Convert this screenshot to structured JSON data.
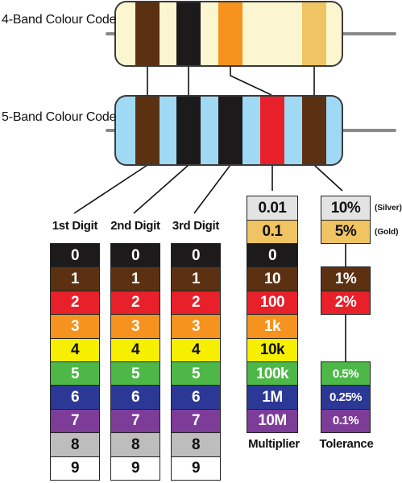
{
  "titles": {
    "four_band": "4-Band Colour Code",
    "five_band": "5-Band Colour Code"
  },
  "column_headers": {
    "digit1": "1st Digit",
    "digit2": "2nd Digit",
    "digit3": "3rd Digit",
    "multiplier": "Multiplier",
    "tolerance": "Tolerance"
  },
  "colors": {
    "black": "#1c1a1a",
    "brown": "#5c3112",
    "red": "#e8202a",
    "orange": "#f5931e",
    "yellow": "#f6f000",
    "green": "#4db848",
    "blue": "#2b3895",
    "violet": "#7d3c98",
    "grey": "#bdbdbd",
    "white": "#ffffff",
    "gold": "#f0c462",
    "silver": "#e3e3e3",
    "body_4band": "#fbf6cf",
    "body_5band": "#9fd9f4",
    "lead": "#8a8a8a"
  },
  "resistor_4band": {
    "bands": [
      "brown",
      "black",
      "orange",
      "gold"
    ]
  },
  "resistor_5band": {
    "bands": [
      "brown",
      "black",
      "black",
      "red",
      "brown"
    ]
  },
  "digits": [
    {
      "label": "0",
      "color": "black",
      "text": "white"
    },
    {
      "label": "1",
      "color": "brown",
      "text": "white"
    },
    {
      "label": "2",
      "color": "red",
      "text": "white"
    },
    {
      "label": "3",
      "color": "orange",
      "text": "white"
    },
    {
      "label": "4",
      "color": "yellow",
      "text": "black"
    },
    {
      "label": "5",
      "color": "green",
      "text": "white"
    },
    {
      "label": "6",
      "color": "blue",
      "text": "white"
    },
    {
      "label": "7",
      "color": "violet",
      "text": "white"
    },
    {
      "label": "8",
      "color": "grey",
      "text": "black"
    },
    {
      "label": "9",
      "color": "white",
      "text": "black"
    }
  ],
  "multiplier": [
    {
      "label": "0.01",
      "color": "silver",
      "text": "black"
    },
    {
      "label": "0.1",
      "color": "gold",
      "text": "black"
    },
    {
      "label": "0",
      "color": "black",
      "text": "white"
    },
    {
      "label": "10",
      "color": "brown",
      "text": "white"
    },
    {
      "label": "100",
      "color": "red",
      "text": "white"
    },
    {
      "label": "1k",
      "color": "orange",
      "text": "white"
    },
    {
      "label": "10k",
      "color": "yellow",
      "text": "black"
    },
    {
      "label": "100k",
      "color": "green",
      "text": "white"
    },
    {
      "label": "1M",
      "color": "blue",
      "text": "white"
    },
    {
      "label": "10M",
      "color": "violet",
      "text": "white"
    }
  ],
  "tolerance": [
    {
      "label": "10%",
      "color": "silver",
      "text": "black",
      "note": "(Silver)",
      "row": 0
    },
    {
      "label": "5%",
      "color": "gold",
      "text": "black",
      "note": "(Gold)",
      "row": 1
    },
    {
      "label": "1%",
      "color": "brown",
      "text": "white",
      "row": 3
    },
    {
      "label": "2%",
      "color": "red",
      "text": "white",
      "row": 4
    },
    {
      "label": "0.5%",
      "color": "green",
      "text": "white",
      "row": 7
    },
    {
      "label": "0.25%",
      "color": "blue",
      "text": "white",
      "row": 8
    },
    {
      "label": "0.1%",
      "color": "violet",
      "text": "white",
      "row": 9
    }
  ]
}
